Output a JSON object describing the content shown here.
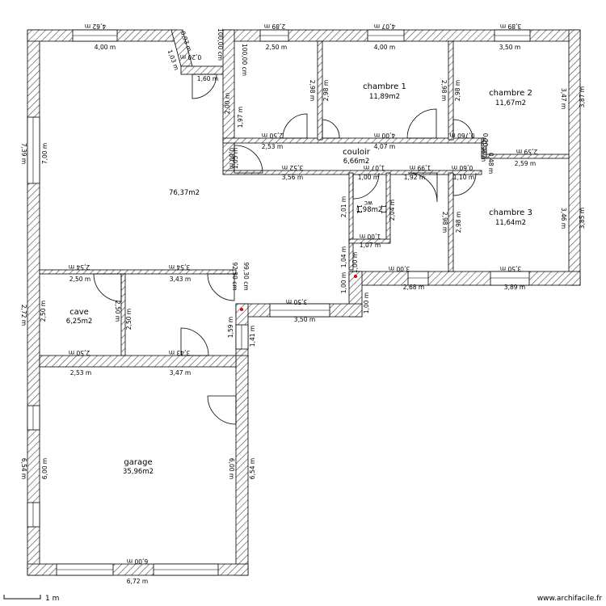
{
  "rooms": {
    "living": {
      "area": "76,37m2"
    },
    "chambre1": {
      "name": "chambre 1",
      "area": "11,89m2"
    },
    "chambre2": {
      "name": "chambre 2",
      "area": "11,67m2"
    },
    "chambre3": {
      "name": "chambre 3",
      "area": "11,64m2"
    },
    "couloir": {
      "name": "couloir",
      "area": "6,66m2"
    },
    "wc": {
      "name": "wc",
      "area": "1,98m2"
    },
    "cave": {
      "name": "cave",
      "area": "6,25m2"
    },
    "garage": {
      "name": "garage",
      "area": "35,96m2"
    }
  },
  "dimensions": {
    "top_left_outer": "4,62 m",
    "top_left_inner": "4,00 m",
    "diag_103": "1,03 m",
    "diag_093": "0,93 m",
    "diag_020": "0,20 m",
    "diag_100cm": "100,00 cm",
    "corner_160": "1,60 m",
    "top_c1_outer": "2,89 m",
    "top_c1_inner": "2,50 m",
    "top_mid_outer": "4,07 m",
    "top_mid_inner": "4,00 m",
    "top_c2_outer": "3,89 m",
    "top_c2_inner": "3,50 m",
    "v_100_left": "100,00 cm",
    "v_197": "1,97 m",
    "v_200": "2,00 m",
    "v_298a": "2,98 m",
    "v_298b": "2,98 m",
    "v_298c": "2,98 m",
    "v_298d": "2,98 m",
    "v_347": "3,47 m",
    "v_387": "3,87 m",
    "h_250": "2,50 m",
    "h_253": "2,53 m",
    "h_400": "4,00 m",
    "h_407": "4,07 m",
    "v_060": "0,60 m",
    "v_105": "1,05 m",
    "v_006": "0,06 m",
    "cor_352": "3,52 m",
    "cor_356": "3,56 m",
    "cor_107": "1,07 m",
    "cor_199": "1,99 m",
    "cor_192": "1,92 m",
    "cor_100": "1,00 m",
    "cor_0760": "0,760 m",
    "cor_060": "0,60 m",
    "cor_110": "1,10 m",
    "cor_020cm": "0,20 cm",
    "cor_048": "0,48 m",
    "cor_096": "0,96 m",
    "c3_259a": "2,59 m",
    "c3_259b": "2,59 m",
    "v_201": "2,01 m",
    "v_204": "2,04 m",
    "wc_100": "1,00 m",
    "wc_107": "1,07 m",
    "wc_h_1": "1,1",
    "wc_h_2": "1,1",
    "v_298e": "2,98 m",
    "v_298f": "2,98 m",
    "v_346": "3,46 m",
    "v_385": "3,85 m",
    "v_104": "1,04 m",
    "v_100a": "1,00 m",
    "v_100b": "1,00 m",
    "v_100c": "1,00 m",
    "b_300": "3,00 m",
    "b_268": "2,68 m",
    "b_350": "3,50 m",
    "b_389": "3,89 m",
    "ext_350a": "3,50 m",
    "ext_350b": "3,50 m",
    "ext_141": "1,41 m",
    "ext_159": "1,59 m",
    "ext_9930": "99,30 cm",
    "ext_9230": "92,30 cm",
    "lv_739": "7,39 m",
    "lv_700": "7,00 m",
    "m_254": "2,54 m",
    "m_250": "2,50 m",
    "m_354": "3,54 m",
    "m_343": "3,43 m",
    "cave_v250a": "2,50 m",
    "cave_v250b": "2,50 m",
    "cave_v250c": "2,50 m",
    "v_272": "2,72 m",
    "cave_b250": "2,50 m",
    "cave_b253": "2,53 m",
    "cel_343": "3,43 m",
    "cel_347": "3,47 m",
    "g_v654a": "6,54 m",
    "g_v600a": "6,00 m",
    "g_v600b": "6,00 m",
    "g_v654b": "6,54 m",
    "g_b600": "6,00 m",
    "g_b672": "6,72 m"
  },
  "footer": {
    "scale": "1 m",
    "brand": "www.archifacile.fr"
  }
}
